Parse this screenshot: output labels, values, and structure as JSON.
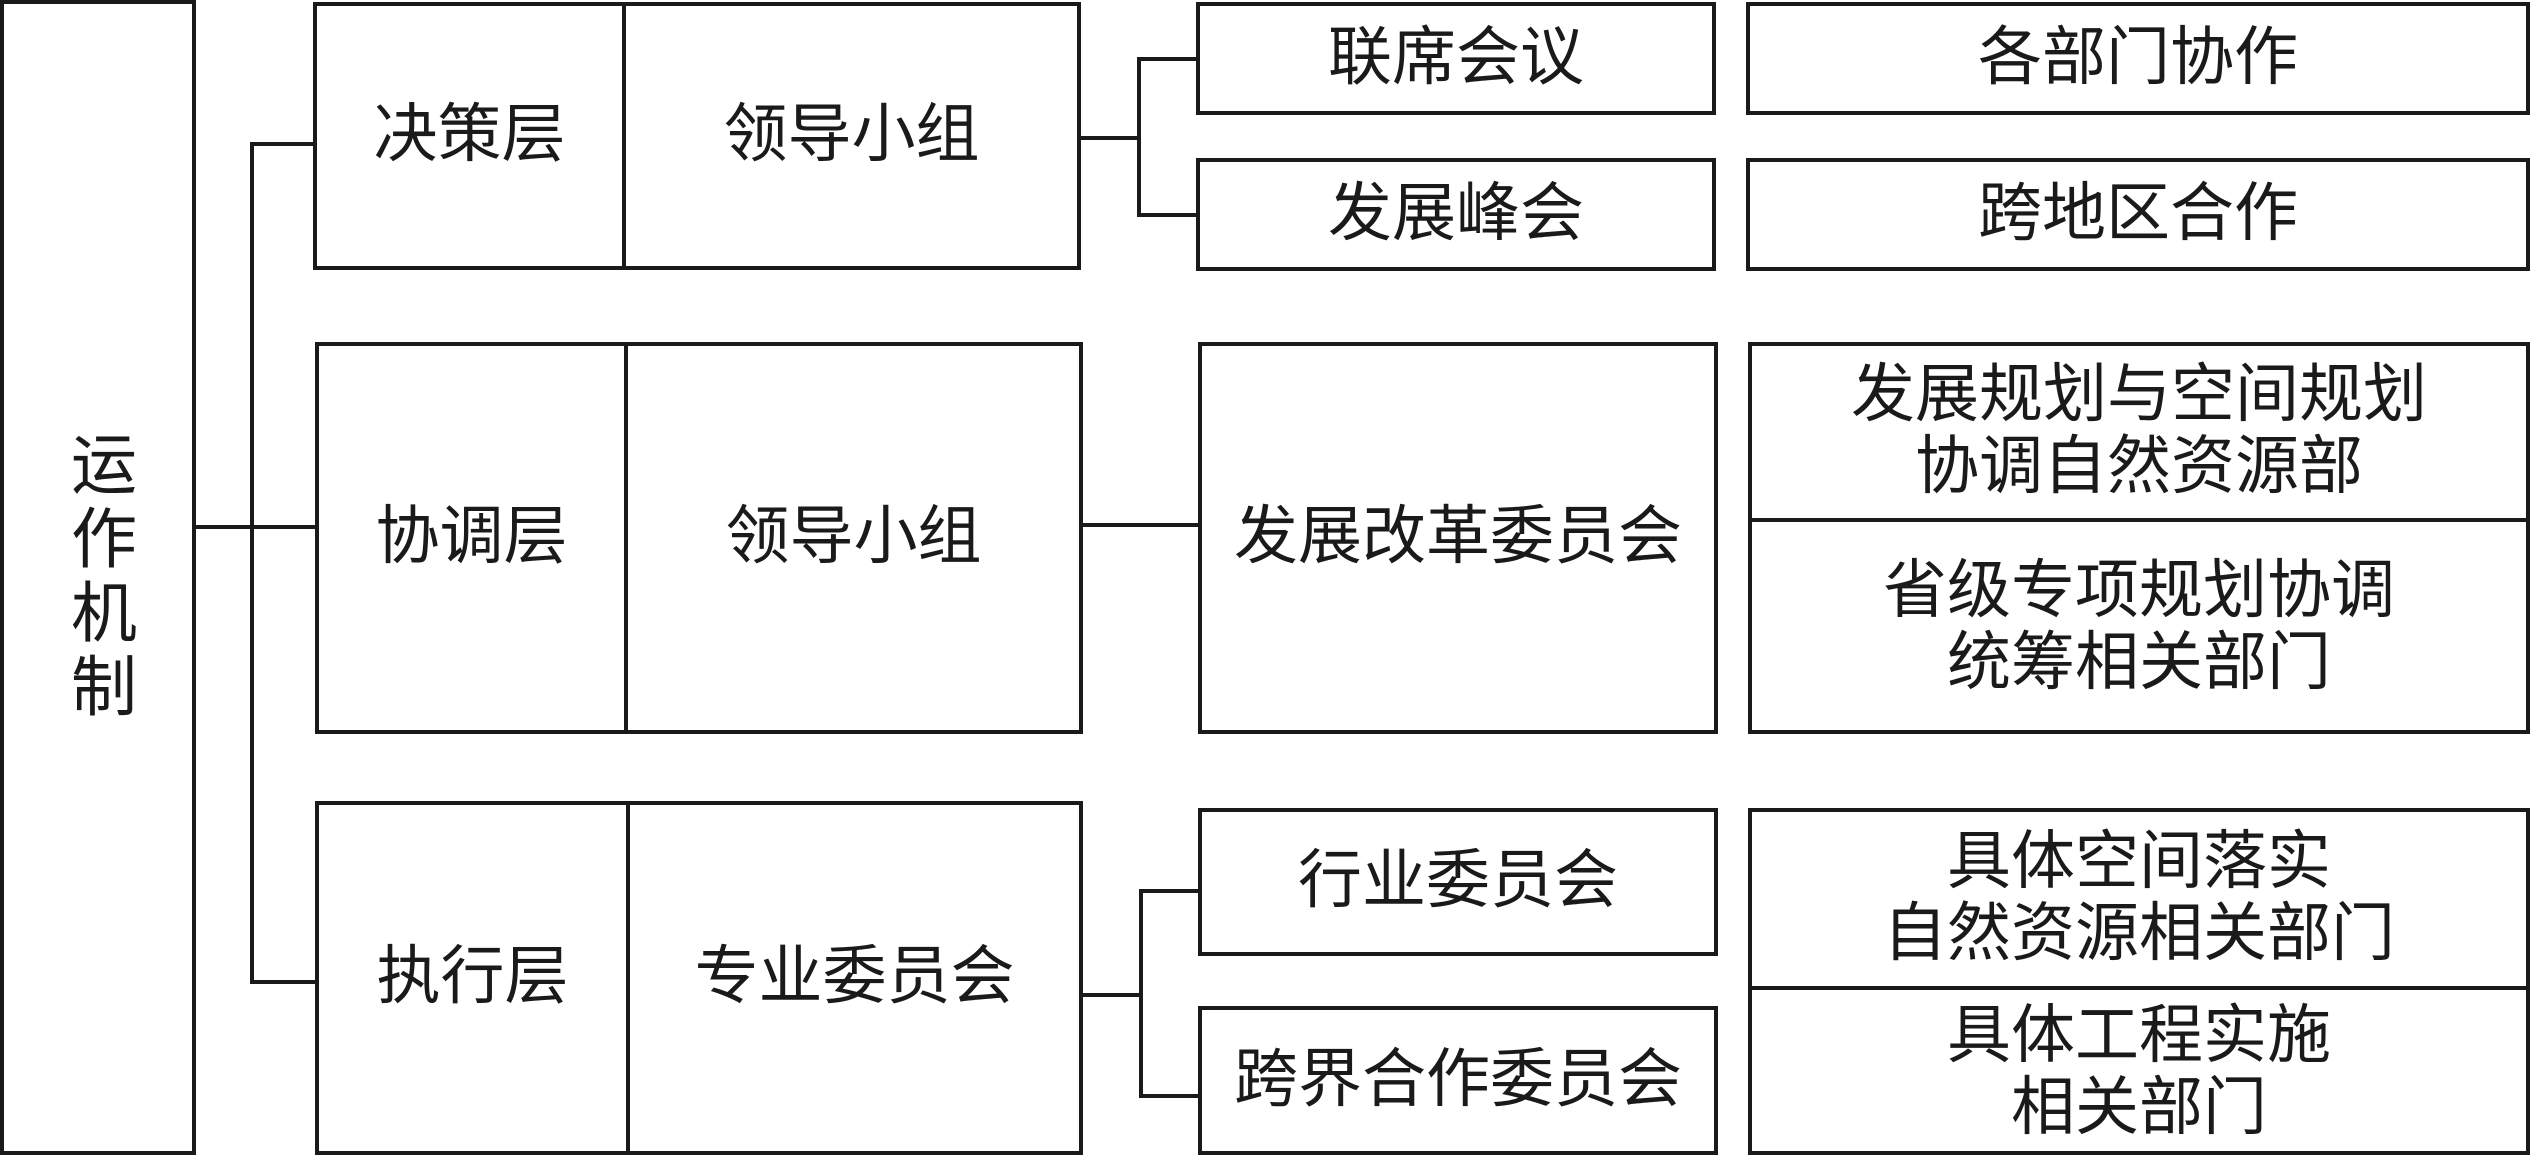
{
  "root": {
    "label": "运作机制"
  },
  "layers": [
    {
      "layer": "决策层",
      "body": "领导小组",
      "mechanisms": [
        "联席会议",
        "发展峰会"
      ],
      "scopes": [
        "各部门协作",
        "跨地区合作"
      ]
    },
    {
      "layer": "协调层",
      "body": "领导小组",
      "mechanisms": [
        "发展改革委员会"
      ],
      "scopes": [
        {
          "line1": "发展规划与空间规划",
          "line2": "协调自然资源部"
        },
        {
          "line1": "省级专项规划协调",
          "line2": "统筹相关部门"
        }
      ]
    },
    {
      "layer": "执行层",
      "body": "专业委员会",
      "mechanisms": [
        "行业委员会",
        "跨界合作委员会"
      ],
      "scopes": [
        {
          "line1": "具体空间落实",
          "line2": "自然资源相关部门"
        },
        {
          "line1": "具体工程实施",
          "line2": "相关部门"
        }
      ]
    }
  ]
}
